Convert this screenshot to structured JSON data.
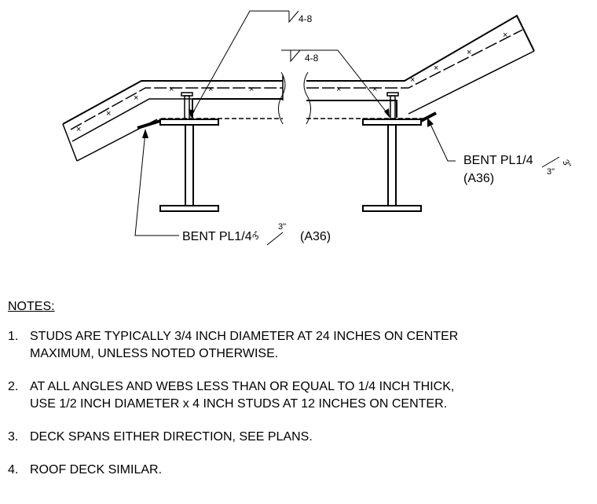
{
  "callouts": {
    "weld_left": "4-8",
    "weld_right": "4-8",
    "plate_right_line1": "BENT PL1/4",
    "plate_right_line2": "(A36)",
    "plate_right_weld_size_a": "3\"",
    "plate_right_weld_size_b": "3\"",
    "plate_left_label": "BENT PL1/4",
    "plate_left_weld_size_a": "3\"",
    "plate_left_weld_size_b": "3\"",
    "plate_left_spec": "(A36)"
  },
  "notes": {
    "heading": "NOTES:",
    "items": [
      {
        "num": "1.",
        "line1": "STUDS ARE TYPICALLY  3/4  INCH DIAMETER AT 24 INCHES ON CENTER",
        "line2": "MAXIMUM, UNLESS NOTED OTHERWISE."
      },
      {
        "num": "2.",
        "line1": "AT ALL ANGLES AND WEBS LESS THAN OR EQUAL TO 1/4 INCH THICK,",
        "line2": "USE 1/2 INCH DIAMETER x 4 INCH STUDS AT 12 INCHES ON CENTER."
      },
      {
        "num": "3.",
        "line1": "DECK SPANS EITHER DIRECTION, SEE PLANS.",
        "line2": ""
      },
      {
        "num": "4.",
        "line1": "ROOF DECK SIMILAR.",
        "line2": ""
      }
    ]
  }
}
